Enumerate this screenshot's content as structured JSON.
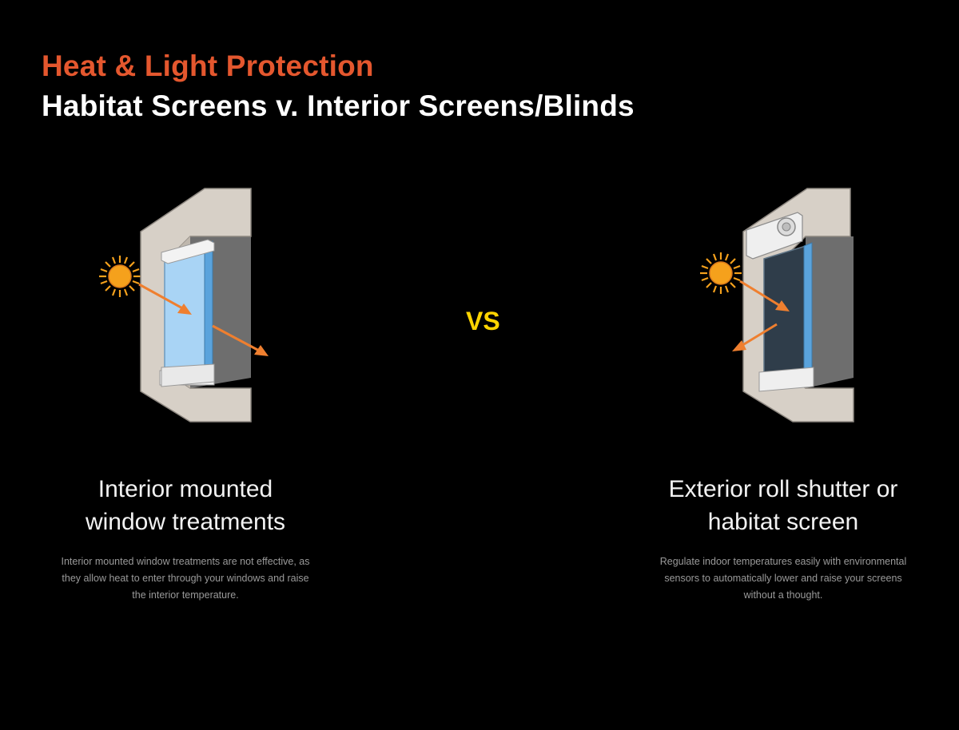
{
  "header": {
    "title": "Heat & Light Protection",
    "subtitle": "Habitat Screens v. Interior Screens/Blinds"
  },
  "vs_label": "VS",
  "left_panel": {
    "heading_line1": "Interior mounted",
    "heading_line2": "window treatments",
    "description_line1": "Interior mounted window treatments are not effective, as",
    "description_line2": "they allow heat to enter through your windows and raise",
    "description_line3": "the interior temperature."
  },
  "right_panel": {
    "heading_line1": "Exterior roll shutter or",
    "heading_line2": "habitat screen",
    "description_line1": "Regulate indoor temperatures easily with environmental",
    "description_line2": "sensors to automatically lower and raise your screens",
    "description_line3": "without a thought."
  },
  "colors": {
    "title": "#e4572e",
    "subtitle": "#ffffff",
    "vs": "#ffd400",
    "wall": "#d7d0c7",
    "glass_clear": "#a9d4f5",
    "glass_screened": "#2f3d4a",
    "arrow": "#ef7f2f",
    "sun": "#f5a11c"
  },
  "icons": {
    "sun": "sun-icon",
    "window": "window-section-icon"
  }
}
